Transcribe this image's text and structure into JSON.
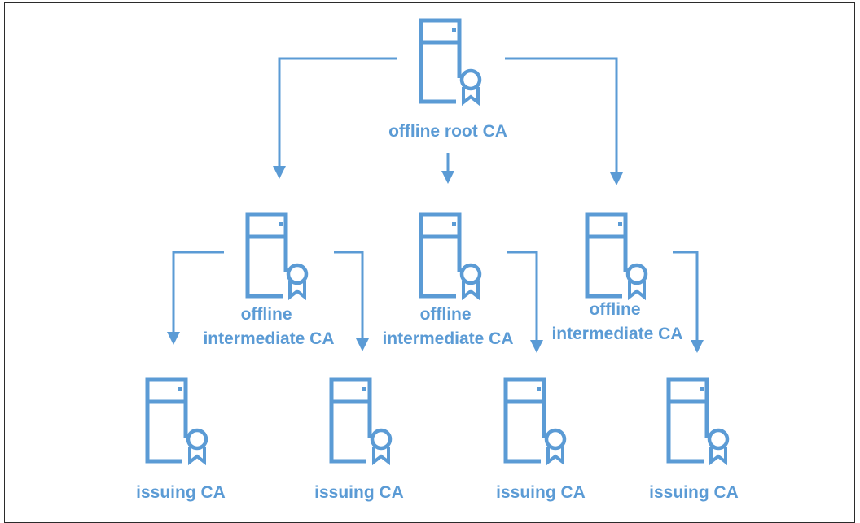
{
  "colors": {
    "accent": "#5b9bd5",
    "frame": "#2b2b2b",
    "background": "#ffffff"
  },
  "icon_name": "server-certificate-icon",
  "nodes": {
    "root": {
      "label": [
        "offline root CA"
      ]
    },
    "intermediate_1": {
      "label": [
        "offline",
        "intermediate CA"
      ]
    },
    "intermediate_2": {
      "label": [
        "offline",
        "intermediate CA"
      ]
    },
    "intermediate_3": {
      "label": [
        "offline",
        "intermediate CA"
      ]
    },
    "issuing_1": {
      "label": [
        "issuing CA"
      ]
    },
    "issuing_2": {
      "label": [
        "issuing CA"
      ]
    },
    "issuing_3": {
      "label": [
        "issuing CA"
      ]
    },
    "issuing_4": {
      "label": [
        "issuing CA"
      ]
    }
  }
}
